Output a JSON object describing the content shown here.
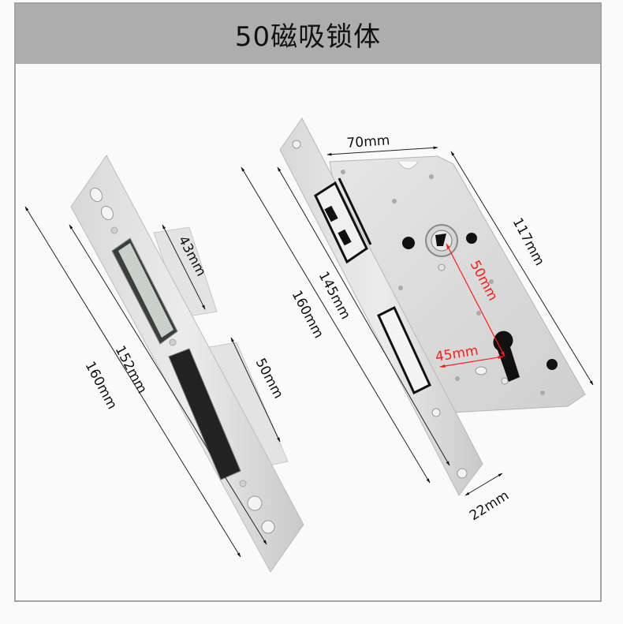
{
  "header": {
    "title": "50磁吸锁体",
    "background": "#adadad"
  },
  "frame": {
    "border_color": "#a3a3a3"
  },
  "strike_plate": {
    "dimensions": {
      "total_length": "160mm",
      "inner_length": "152mm",
      "upper_opening": "43mm",
      "lower_opening": "50mm"
    }
  },
  "lock_body": {
    "dimensions": {
      "body_width": "70mm",
      "body_height": "117mm",
      "faceplate_inner": "145mm",
      "faceplate_total": "160mm",
      "backset": "45mm",
      "center_distance": "50mm",
      "faceplate_width": "22mm"
    },
    "highlight_color": "#ff1a1a"
  }
}
